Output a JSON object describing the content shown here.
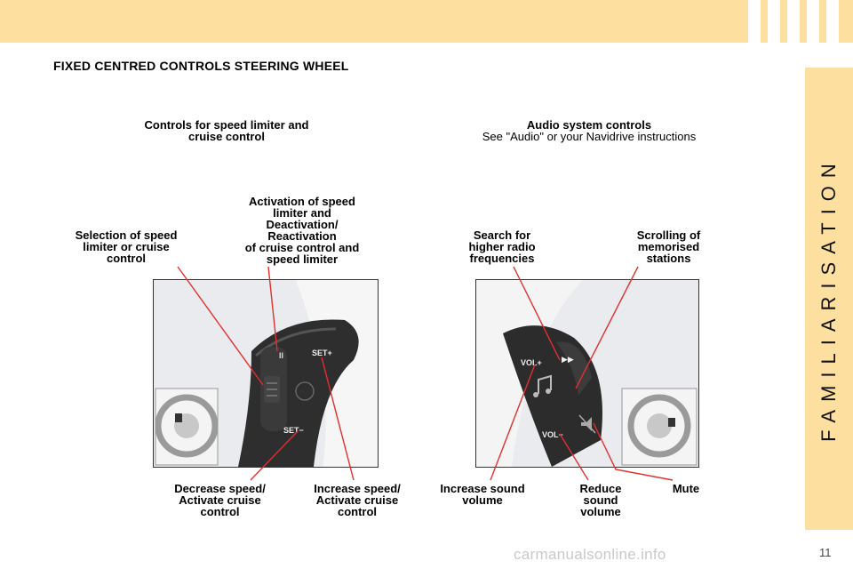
{
  "title": "FIXED CENTRED CONTROLS STEERING WHEEL",
  "side_label": "FAMILIARISATION",
  "speed_group": {
    "heading_line1": "Controls for speed limiter and",
    "heading_line2": "cruise control",
    "selection": [
      "Selection of speed",
      "limiter or cruise",
      "control"
    ],
    "activation": [
      "Activation of speed",
      "limiter and",
      "Deactivation/",
      "Reactivation",
      "of cruise control and",
      "speed limiter"
    ],
    "decrease": [
      "Decrease speed/",
      "Activate cruise",
      "control"
    ],
    "increase": [
      "Increase speed/",
      "Activate cruise",
      "control"
    ]
  },
  "audio_group": {
    "heading": "Audio system controls",
    "subheading": "See \"Audio\" or your Navidrive instructions",
    "search": [
      "Search for",
      "higher radio",
      "frequencies"
    ],
    "scrolling": [
      "Scrolling of",
      "memorised",
      "stations"
    ],
    "increase_volume": [
      "Increase sound",
      "volume"
    ],
    "reduce_volume": [
      "Reduce",
      "sound",
      "volume"
    ],
    "mute": "Mute"
  },
  "control_markings": {
    "pause": "II",
    "set_plus": "SET+",
    "set_minus": "SET−",
    "vol_plus": "VOL+",
    "vol_minus": "VOL−",
    "seek": "▶▶"
  },
  "page_number": "11",
  "watermark": "carmanualsonline.info",
  "colors": {
    "accent": "#fde0a0",
    "pointer": "#e03030",
    "control": "#2a2a2a"
  }
}
